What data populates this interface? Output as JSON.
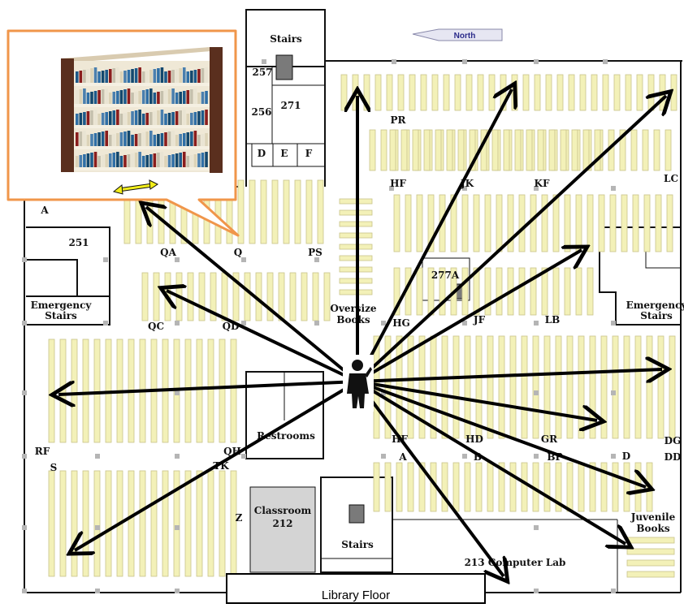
{
  "map": {
    "caption": "Library Floor",
    "compass": "North",
    "rooms": {
      "stairs_top": "Stairs",
      "r257": "257",
      "r256": "256",
      "r271": "271",
      "d": "D",
      "e": "E",
      "f": "F",
      "a": "A",
      "r251": "251",
      "emergency_left_1": "Emergency",
      "emergency_left_2": "Stairs",
      "emergency_right_1": "Emergency",
      "emergency_right_2": "Stairs",
      "r277a": "277A",
      "oversize_1": "Oversize",
      "oversize_2": "Books",
      "restrooms": "Restrooms",
      "classroom_1": "Classroom",
      "classroom_2": "212",
      "stairs_bottom": "Stairs",
      "computer_lab": "213 Computer Lab",
      "juvenile_1": "Juvenile",
      "juvenile_2": "Books"
    },
    "call_numbers": {
      "pr": "PR",
      "hf_top": "HF",
      "jk": "JK",
      "kf": "KF",
      "lc": "LC",
      "qa": "QA",
      "q": "Q",
      "ps": "PS",
      "qc": "QC",
      "qd": "QD",
      "hg": "HG",
      "jf": "JF",
      "lb": "LB",
      "rf": "RF",
      "s": "S",
      "qh": "QH",
      "tk": "TK",
      "z": "Z",
      "hf_bottom": "HF",
      "a_bottom": "A",
      "hd": "HD",
      "b": "B",
      "gr": "GR",
      "bp": "BP",
      "d_bottom": "D",
      "dg": "DG",
      "dd": "DD"
    },
    "colors": {
      "shelf": "#f3f1b8",
      "inset_border": "#f0964a",
      "double_arrow": "#f2ee1a",
      "classroom_fill": "#d4d4d4",
      "stair_block": "#7a7a7a"
    },
    "icons": {
      "person": "person-silhouette-icon",
      "shelf_photo": "bookshelf-photo-icon",
      "north": "north-arrow-icon"
    }
  }
}
